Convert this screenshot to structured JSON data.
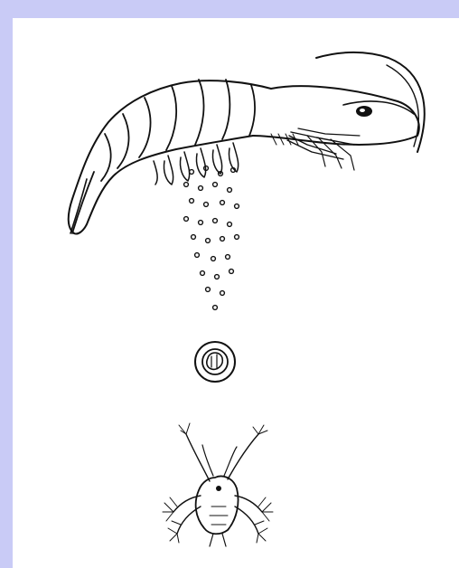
{
  "figure": {
    "background_color": "#c9cbf6",
    "panel_color": "#ffffff",
    "ink_color": "#111111",
    "illustrations": [
      "shrimp-spawning",
      "egg",
      "nauplius-larva"
    ]
  }
}
